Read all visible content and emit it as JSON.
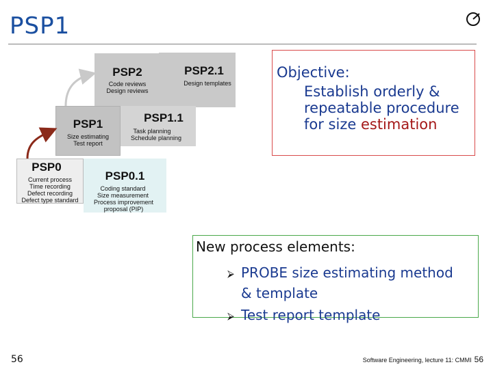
{
  "slide": {
    "title": "PSP1",
    "page_number": "56",
    "footer": "Software Engineering, lecture 11: CMMI",
    "footer_page": "56"
  },
  "levels": {
    "psp2": {
      "title": "PSP2",
      "lines": [
        "Code reviews",
        "Design reviews"
      ]
    },
    "psp21": {
      "title": "PSP2.1",
      "lines": [
        "Design templates"
      ]
    },
    "psp1": {
      "title": "PSP1",
      "lines": [
        "Size estimating",
        "Test report"
      ]
    },
    "psp11": {
      "title": "PSP1.1",
      "lines": [
        "Task planning",
        "Schedule planning"
      ]
    },
    "psp0": {
      "title": "PSP0",
      "lines": [
        "Current process",
        "Time recording",
        "Defect recording",
        "Defect type standard"
      ]
    },
    "psp01": {
      "title": "PSP0.1",
      "lines": [
        "Coding standard",
        "Size measurement",
        "Process improvement",
        "proposal (PIP)"
      ]
    }
  },
  "objective": {
    "label": "Objective:",
    "line1": "Establish orderly &",
    "line2": "repeatable procedure",
    "line3_prefix": "for size ",
    "line3_highlight": "estimation"
  },
  "new_elements": {
    "heading": "New process elements:",
    "item1_line1": "PROBE size estimating method",
    "item1_line2": "& template",
    "item2": "Test report template"
  },
  "colors": {
    "title": "#1a4fa0",
    "objective_border": "#d94a4a",
    "highlight": "#a41818",
    "new_border": "#4aa84a",
    "arrow": "#8b2a1a"
  }
}
